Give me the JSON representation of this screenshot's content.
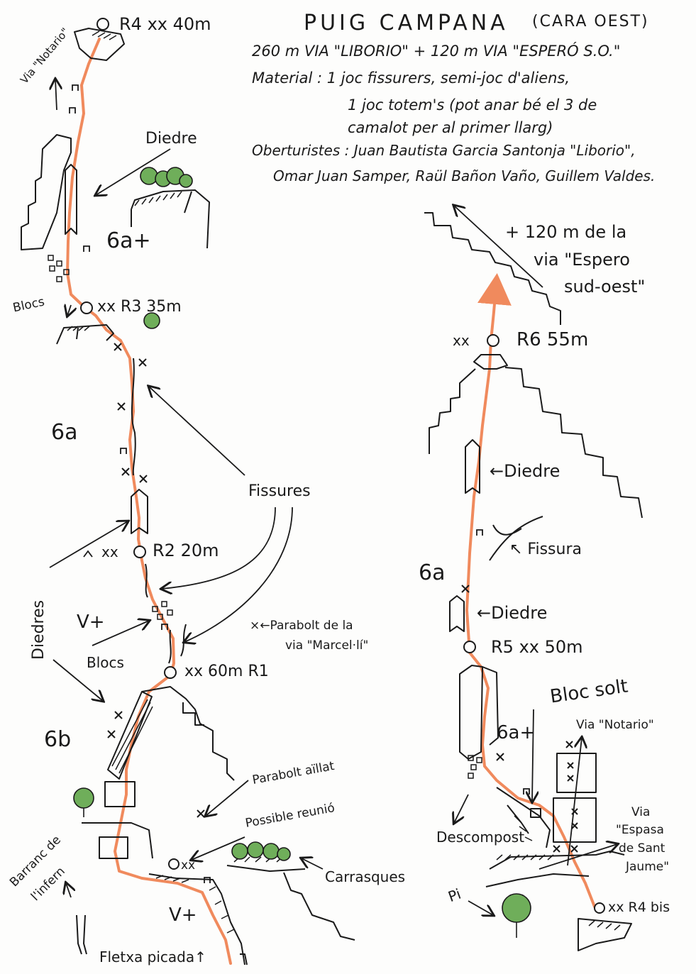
{
  "title": "PUIG   CAMPANA",
  "title_suffix": "(CARA OEST)",
  "subtitle": "260 m  VIA \"LIBORIO\" + 120 m  VIA \"ESPERÓ S.O.\"",
  "material_line1": "Material :  1 joc  fissurers,  semi-joc  d'aliens,",
  "material_line2": "1 joc  totem's (pot anar bé el 3 de",
  "material_line3": "camalot  per  al  primer  llarg)",
  "openers_line1": "Oberturistes : Juan Bautista  Garcia  Santonja \"Liborio\",",
  "openers_line2": "Omar Juan Samper, Raül Bañon Vaño, Guillem Valdes.",
  "left_topo": {
    "r4": "R4 xx 40m",
    "via_notario": "Via \"Notario\"",
    "diedre_top": "Diedre",
    "grade_6a_plus": "6a+",
    "blocs_top": "Blocs",
    "r3": "xx  R3  35m",
    "grade_6a": "6a",
    "fissures": "Fissures",
    "r2_xx": "xx",
    "r2": "R2  20m",
    "diedres": "Diedres",
    "grade_vplus_mid": "V+",
    "blocs_mid": "Blocs",
    "parabolt_marcel_1": "×←Parabolt de la",
    "parabolt_marcel_2": "via \"Marcel·lí\"",
    "r1": "xx 60m R1",
    "grade_6b": "6b",
    "parabolt_aillat": "Parabolt aïllat",
    "possible_reunio": "Possible reunió",
    "reunio_xx": "xx",
    "barranc_1": "Barranc de",
    "barranc_2": "l'infern",
    "carrasques": "Carrasques",
    "grade_vplus_bottom": "V+",
    "fletxa": "Fletxa picada↑"
  },
  "right_topo": {
    "continuation_1": "+ 120 m  de  la",
    "continuation_2": "via \"Espero",
    "continuation_3": "sud-oest\"",
    "r6_xx": "xx",
    "r6": "R6  55m",
    "diedre_upper": "←Diedre",
    "fissura": "↖ Fissura",
    "grade_6a": "6a",
    "diedre_lower": "←Diedre",
    "r5": "R5 xx 50m",
    "bloc_solt": "Bloc solt",
    "grade_6a_plus": "6a+",
    "via_notario": "Via \"Notario\"",
    "via_espasa_1": "Via",
    "via_espasa_2": "\"Espasa",
    "via_espasa_3": "de Sant",
    "via_espasa_4": "Jaume\"",
    "descompost": "Descompost",
    "pi": "Pi",
    "r4bis": "xx R4 bis"
  },
  "colors": {
    "route": "#f08a5d",
    "ink": "#1a1a1a",
    "tree": "#6fae5a",
    "paper": "#fdfdfc"
  }
}
